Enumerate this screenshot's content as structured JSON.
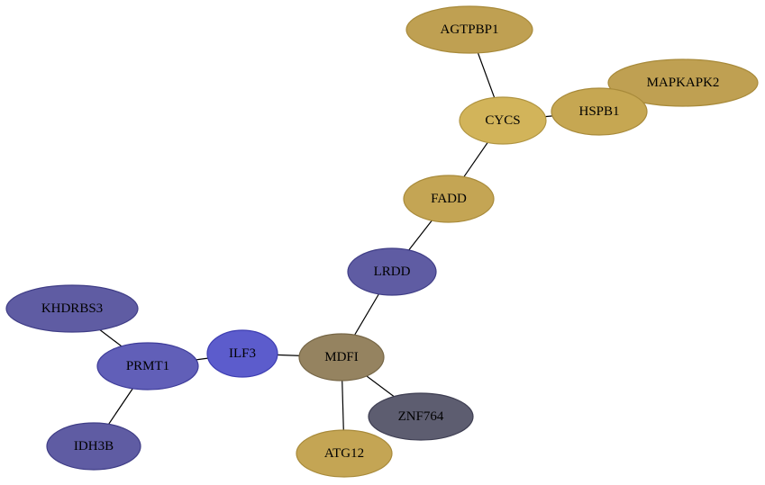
{
  "graph": {
    "nodes": [
      {
        "id": "AGTPBP1",
        "label": "AGTPBP1",
        "group": "gold",
        "fill": "#BFA052",
        "stroke": "#A88A3A"
      },
      {
        "id": "MAPKAPK2",
        "label": "MAPKAPK2",
        "group": "gold",
        "fill": "#BFA052",
        "stroke": "#A88A3A"
      },
      {
        "id": "HSPB1",
        "label": "HSPB1",
        "group": "gold",
        "fill": "#C6A752",
        "stroke": "#A88A3A"
      },
      {
        "id": "CYCS",
        "label": "CYCS",
        "group": "gold",
        "fill": "#D2B45A",
        "stroke": "#B09440"
      },
      {
        "id": "FADD",
        "label": "FADD",
        "group": "gold",
        "fill": "#C4A554",
        "stroke": "#A88A3A"
      },
      {
        "id": "LRDD",
        "label": "LRDD",
        "group": "blue",
        "fill": "#5F5CA3",
        "stroke": "#3F3D86"
      },
      {
        "id": "KHDRBS3",
        "label": "KHDRBS3",
        "group": "blue",
        "fill": "#5F5CA3",
        "stroke": "#3F3D86"
      },
      {
        "id": "PRMT1",
        "label": "PRMT1",
        "group": "blue",
        "fill": "#615FB8",
        "stroke": "#3F3D9A"
      },
      {
        "id": "ILF3",
        "label": "ILF3",
        "group": "blue",
        "fill": "#5C5CCC",
        "stroke": "#3E3EB2"
      },
      {
        "id": "MDFI",
        "label": "MDFI",
        "group": "olive",
        "fill": "#958360",
        "stroke": "#766646"
      },
      {
        "id": "ZNF764",
        "label": "ZNF764",
        "group": "slate",
        "fill": "#5D5D70",
        "stroke": "#3E3E52"
      },
      {
        "id": "IDH3B",
        "label": "IDH3B",
        "group": "blue",
        "fill": "#5F5CA3",
        "stroke": "#3F3D86"
      },
      {
        "id": "ATG12",
        "label": "ATG12",
        "group": "gold",
        "fill": "#C4A554",
        "stroke": "#A88A3A"
      }
    ],
    "edges": [
      [
        "AGTPBP1",
        "CYCS"
      ],
      [
        "CYCS",
        "HSPB1"
      ],
      [
        "CYCS",
        "FADD"
      ],
      [
        "FADD",
        "LRDD"
      ],
      [
        "LRDD",
        "MDFI"
      ],
      [
        "MDFI",
        "ILF3"
      ],
      [
        "MDFI",
        "ZNF764"
      ],
      [
        "MDFI",
        "ATG12"
      ],
      [
        "ILF3",
        "PRMT1"
      ],
      [
        "PRMT1",
        "KHDRBS3"
      ],
      [
        "PRMT1",
        "IDH3B"
      ]
    ]
  }
}
